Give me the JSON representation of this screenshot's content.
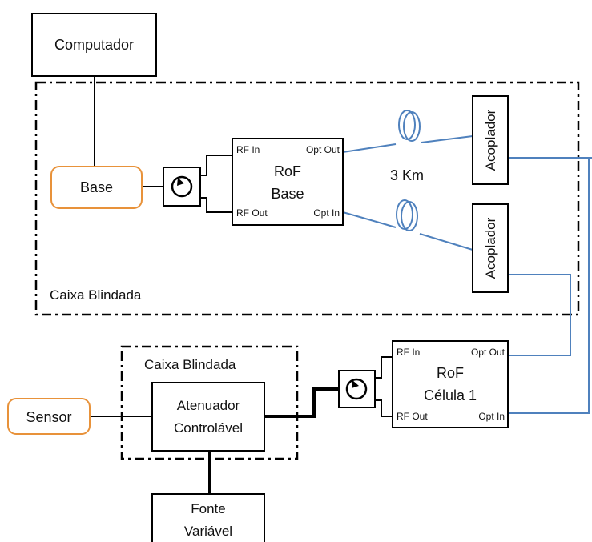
{
  "blocks": {
    "computer": "Computador",
    "base": "Base",
    "sensor": "Sensor",
    "attenuator_line1": "Atenuador",
    "attenuator_line2": "Controlável",
    "source_line1": "Fonte",
    "source_line2": "Variável"
  },
  "enclosures": {
    "top_label": "Caixa Blindada",
    "bottom_label": "Caixa Blindada"
  },
  "rof_base": {
    "title_line1": "RoF",
    "title_line2": "Base",
    "rf_in": "RF In",
    "rf_out": "RF Out",
    "opt_out": "Opt Out",
    "opt_in": "Opt In"
  },
  "rof_cell": {
    "title_line1": "RoF",
    "title_line2": "Célula 1",
    "rf_in": "RF In",
    "rf_out": "RF Out",
    "opt_out": "Opt Out",
    "opt_in": "Opt In"
  },
  "fiber": {
    "length_label": "3 Km"
  },
  "couplers": {
    "top": "Acoplador",
    "bottom": "Acoplador"
  },
  "colors": {
    "fiber": "#4f81bd",
    "rounded_block_border": "#e8923a",
    "line": "#000000"
  }
}
